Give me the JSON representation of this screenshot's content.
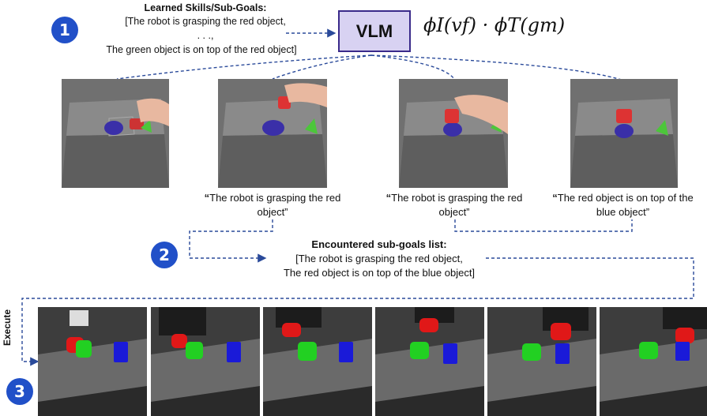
{
  "steps": [
    "1",
    "2",
    "3"
  ],
  "skills": {
    "title": "Learned Skills/Sub-Goals:",
    "line1": "[The robot is grasping the red object,",
    "line2": ". . .,",
    "line3": "The green object is on top of the red object]"
  },
  "vlm": {
    "label": "VLM"
  },
  "formula": "ϕI(vf) · ϕT(gm)",
  "captions": [
    {
      "quote": "“",
      "line1": "The robot is grasping the red",
      "line2": "object”"
    },
    {
      "quote": "“",
      "line1": "The robot is grasping the red",
      "line2": "object”"
    },
    {
      "quote": "“",
      "line1": "The red object is on top of the",
      "line2": "blue object”"
    }
  ],
  "encountered": {
    "title": "Encountered sub-goals list:",
    "line1": "[The robot is grasping the red object,",
    "line2": "The red object is on top of the blue object]"
  },
  "execute_label": "Execute",
  "colors": {
    "badge": "#2150c8",
    "vlm_fill": "#d8d2f2",
    "vlm_border": "#3a2a8a",
    "arrow": "#2a4a9a"
  }
}
